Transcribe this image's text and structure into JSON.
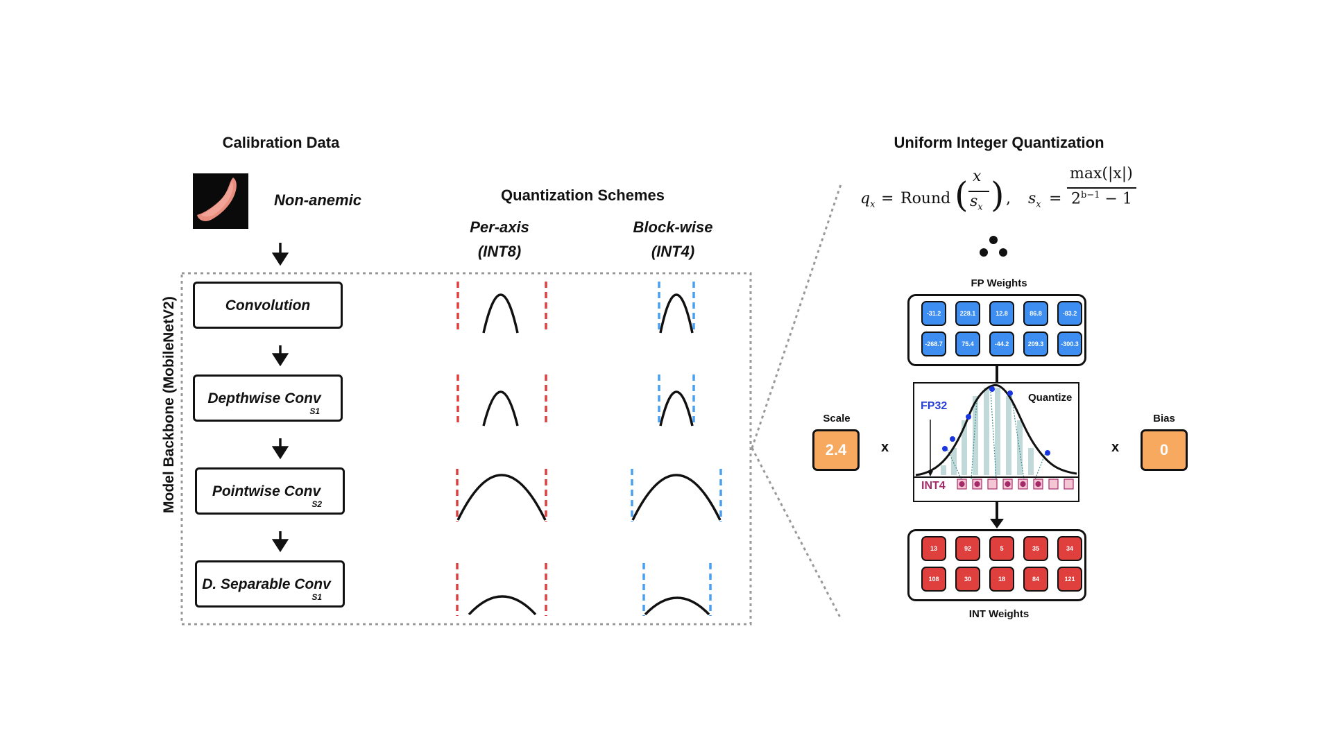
{
  "left_section": {
    "title": "Calibration Data",
    "sample_label": "Non-anemic",
    "backbone_label": "Model Backbone (MobileNetV2)",
    "layers": [
      {
        "name": "Convolution",
        "sub": ""
      },
      {
        "name": "Depthwise Conv",
        "sub": "S1"
      },
      {
        "name": "Pointwise Conv",
        "sub": "S2"
      },
      {
        "name": "D. Separable Conv",
        "sub": "S1"
      }
    ]
  },
  "schemes": {
    "title": "Quantization Schemes",
    "per_axis": {
      "line1": "Per-axis",
      "line2": "(INT8)"
    },
    "block_wise": {
      "line1": "Block-wise",
      "line2": "(INT4)"
    },
    "colors": {
      "per_axis": "#e0403d",
      "block_wise": "#4a9ff0"
    }
  },
  "right_section": {
    "title": "Uniform Integer Quantization",
    "formula": {
      "q_lhs": "q",
      "q_sub": "x",
      "equals": "=",
      "round": "Round",
      "frac_num": "x",
      "frac_den": "s",
      "frac_den_sub": "x",
      "comma": ",",
      "s_lhs": "s",
      "s_sub": "x",
      "max_num": "max(|x|)",
      "den_base": "2",
      "den_exp": "b−1",
      "den_rest": "− 1"
    },
    "fp_title": "FP Weights",
    "fp_weights": [
      "-31.2",
      "228.1",
      "12.8",
      "86.8",
      "-83.2",
      "-268.7",
      "75.4",
      "-44.2",
      "209.3",
      "-300.3"
    ],
    "quantize_label": "Quantize",
    "fp32_label": "FP32",
    "int4_label": "INT4",
    "int_title": "INT Weights",
    "int_weights": [
      "13",
      "92",
      "5",
      "35",
      "34",
      "108",
      "30",
      "18",
      "84",
      "121"
    ],
    "scale": {
      "title": "Scale",
      "value": "2.4"
    },
    "bias": {
      "title": "Bias",
      "value": "0"
    },
    "times_symbol": "x",
    "colors": {
      "fp": "#3d8ef0",
      "int": "#e0403d",
      "factor": "#f6a95f",
      "fp32_text": "#2a3fd6",
      "int4_text": "#a52a6a"
    }
  }
}
